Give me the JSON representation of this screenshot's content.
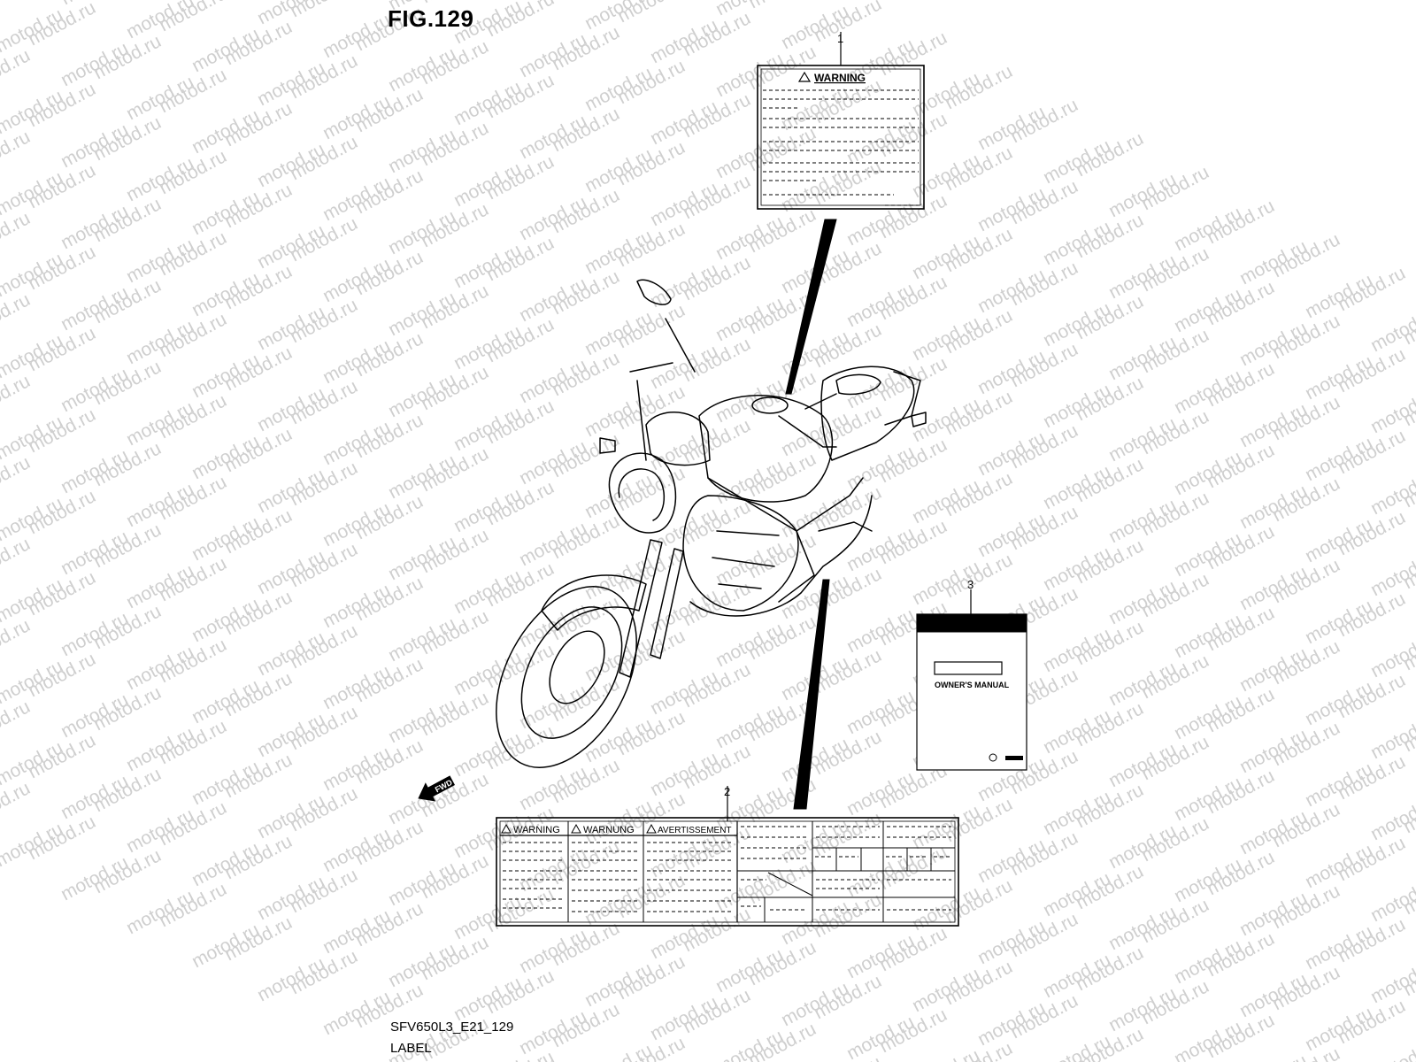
{
  "figure": {
    "title": "FIG.129",
    "code": "SFV650L3_E21_129",
    "name": "LABEL"
  },
  "watermark": {
    "text": "motod.ru"
  },
  "callouts": [
    {
      "number": "1"
    },
    {
      "number": "2"
    },
    {
      "number": "3"
    }
  ],
  "label_1": {
    "heading": "WARNING"
  },
  "label_2": {
    "headings": [
      "WARNING",
      "WARNUNG",
      "AVERTISSEMENT"
    ]
  },
  "label_3": {
    "caption": "OWNER'S MANUAL"
  },
  "direction_marker": {
    "text": "FWD"
  },
  "colors": {
    "line": "#000000",
    "watermark": "#cfcfcf",
    "background": "#ffffff"
  }
}
